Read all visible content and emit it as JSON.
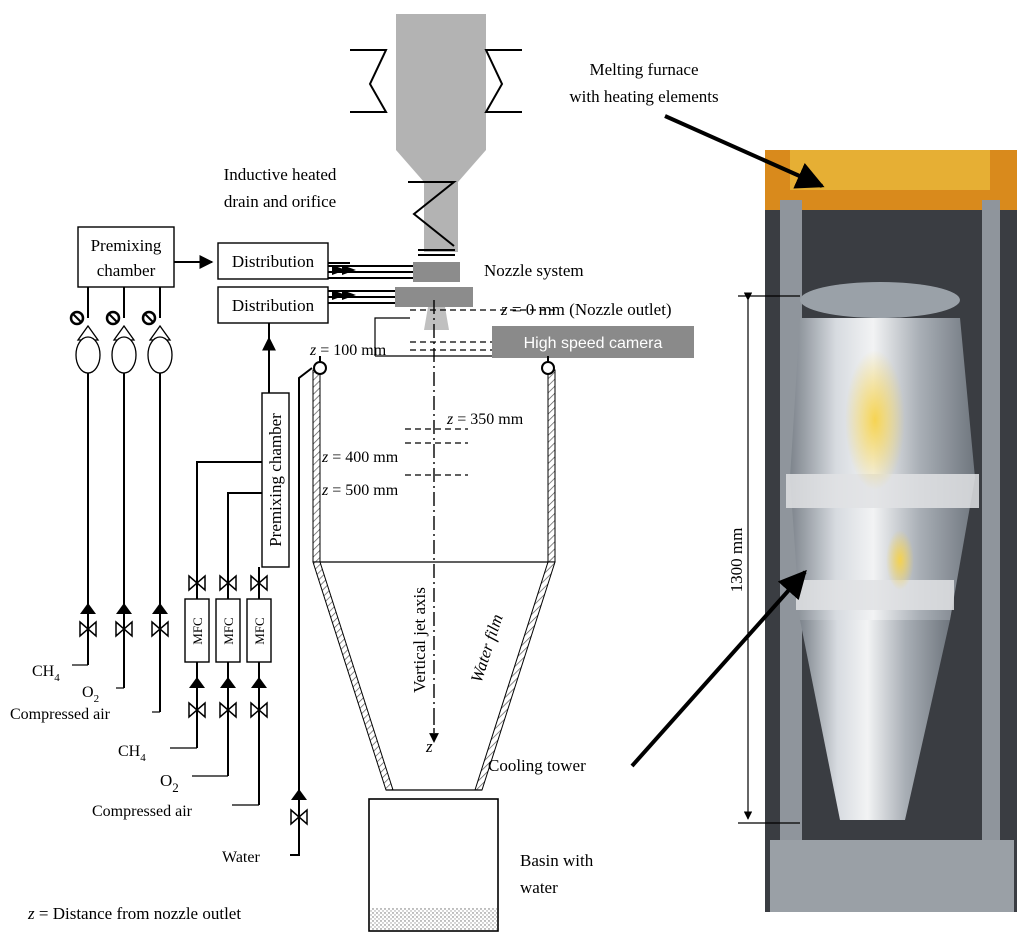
{
  "labels": {
    "melting_furnace_1": "Melting furnace",
    "melting_furnace_2": "with heating elements",
    "inductive_1": "Inductive heated",
    "inductive_2": "drain and orifice",
    "nozzle_system": "Nozzle system",
    "z0_prefix": "z",
    "z0_text": " = 0 mm (Nozzle outlet)",
    "high_speed_camera": "High speed camera",
    "z100_text": " = 100 mm",
    "z350_text": " = 350 mm",
    "z400_text": " = 400 mm",
    "z500_text": " = 500 mm",
    "premixing_chamber_1": "Premixing",
    "premixing_chamber_2": "chamber",
    "distribution": "Distribution",
    "premixing_chamber_vertical": "Premixing chamber",
    "mfc": "MFC",
    "ch4_left": "CH",
    "ch4_sub": "4",
    "o2_left": "O",
    "o2_sub": "2",
    "compressed_air": "Compressed air",
    "water": "Water",
    "vertical_jet_axis": "Vertical jet axis",
    "water_film": "Water film",
    "z_axis": "z",
    "cooling_tower": "Cooling tower",
    "basin_1": "Basin with",
    "basin_2": "water",
    "dimension_1300": "1300 mm",
    "legend_z": "z",
    "legend_text": " = Distance from nozzle outlet"
  },
  "colors": {
    "furnace_gray": "#b3b3b3",
    "nozzle_gray": "#8c8c8c",
    "camera_gray": "#8a8a8a",
    "photo_background": "#3a3d42",
    "tower_metal": "#b9bec4",
    "foil_wrap": "#e0e2e4",
    "frame_orange": "#d98a1c"
  }
}
